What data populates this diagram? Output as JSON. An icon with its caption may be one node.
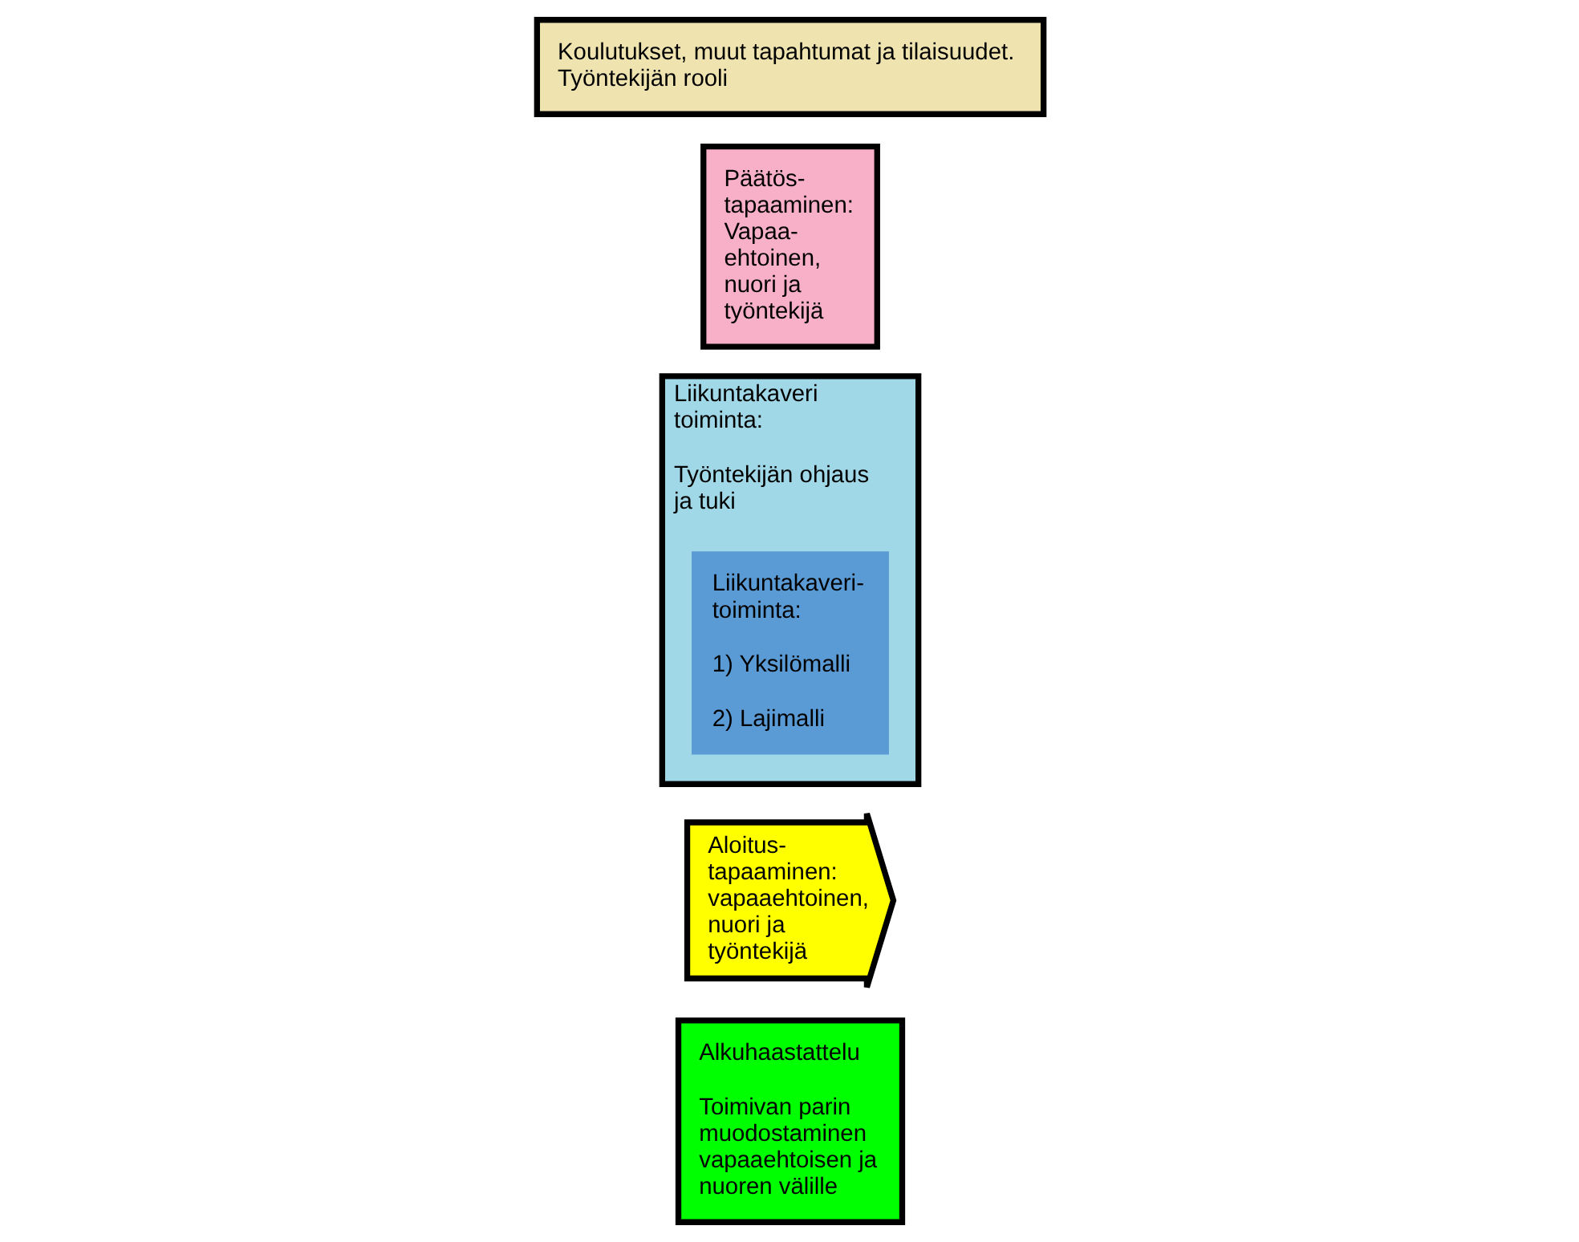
{
  "diagram": {
    "nodes": [
      {
        "text": [
          "Alkuhaastattelu",
          "Toimivan parin muodostaminen vapaaehtoisen ja nuoren välille"
        ]
      },
      {
        "text": [
          "Aloitus-tapaaminen: vapaaehtoinen, nuori ja työntekijä"
        ]
      },
      {
        "text": [
          "Liikuntakaveri toiminta:",
          "Työntekijän ohjaus ja tuki"
        ]
      },
      {
        "text": [
          "Liikuntakaveri-toiminta:",
          "1) Yksilömalli",
          "2) Lajimalli"
        ],
        "in": 2
      },
      {
        "text": [
          "Päätös-tapaaminen: Vapaa-ehtoinen, nuori ja työntekijä"
        ]
      },
      {
        "text": [
          "Koulutukset, muut tapahtumat ja tilaisuudet. Työntekijän rooli"
        ]
      }
    ]
  }
}
